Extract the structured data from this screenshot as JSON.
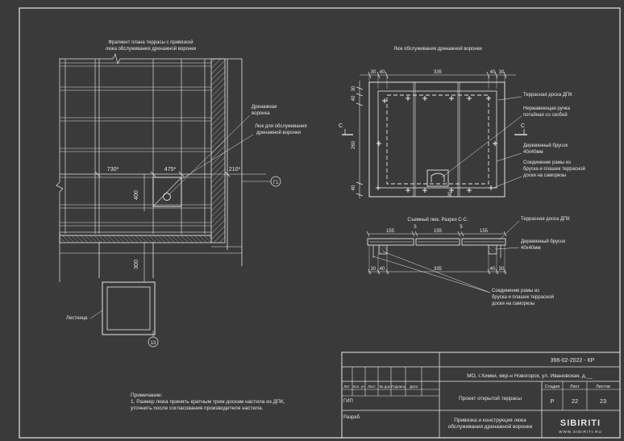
{
  "left_view": {
    "title_line1": "Фрагмент плана террасы с привязкой",
    "title_line2": "люка обслуживания дренажной воронки",
    "label_drain_1": "Дренажная",
    "label_drain_2": "воронка",
    "label_hatch_1": "Люк для обслуживания",
    "label_hatch_2": "дренажной воронки",
    "dim_730": "730*",
    "dim_475": "475*",
    "dim_210": "210*",
    "dim_400": "400",
    "dim_300": "300",
    "axis_right": "Г1",
    "axis_bottom": "13",
    "label_stair": "Лестница"
  },
  "hatch_view": {
    "title": "Люк обслуживания дренажной воронки",
    "dims_top": [
      "30",
      "40",
      "335",
      "40",
      "30"
    ],
    "dims_left": [
      "30",
      "40",
      "260",
      "40"
    ],
    "dim_30_bottom": "30",
    "section_mark": "С",
    "label_board": "Террасная доска ДПК",
    "label_handle_1": "Нержавеющая ручка",
    "label_handle_2": "потайная со скобой",
    "label_bar_1": "Деревянный брусок",
    "label_bar_2": "40х40мм",
    "label_conn_1": "Соединение рамы из",
    "label_conn_2": "бруска и плашек террасной",
    "label_conn_3": "доски на саморезы"
  },
  "section_view": {
    "title": "Съемный люк. Разрез С-С.",
    "dims_top": [
      "155",
      "5",
      "155",
      "5",
      "155"
    ],
    "dims_bottom": [
      "30",
      "40",
      "335",
      "40",
      "30"
    ],
    "label_board": "Террасная доска ДПК",
    "label_bar_1": "Деревянный брусок",
    "label_bar_2": "40х40мм",
    "label_conn_1": "Соединение рамы из",
    "label_conn_2": "бруска и плашек террасной",
    "label_conn_3": "доски на саморезы"
  },
  "note": {
    "title": "Примечание:",
    "line1": "1. Размер люка принять кратным трем доскам настила из ДПК,",
    "line2": "уточнить после согласования производителя настила."
  },
  "stamp": {
    "code": "396-02-2022 - КР",
    "address": "МО, г.Химки, мкр-н Новогорск, ул. Ивановская, д.__",
    "project": "Проект открытой террасы",
    "sheet_title_1": "Привязка и конструкция люка",
    "sheet_title_2": "обслуживания дренажной воронки",
    "cols": [
      "Лит",
      "Кол. уч",
      "Лист",
      "№ док",
      "Подпись",
      "Дата"
    ],
    "gip": "ГИП",
    "razrab": "Разраб.",
    "stage_h": "Стадия",
    "sheet_h": "Лист",
    "sheets_h": "Листов",
    "stage": "Р",
    "sheet": "22",
    "sheets": "23",
    "logo": "SIBIRITI",
    "logo_url": "WWW.SIBIRITI.RU"
  },
  "colors": {
    "background": "#3a3a3a",
    "lines": "#e6e6e6"
  }
}
